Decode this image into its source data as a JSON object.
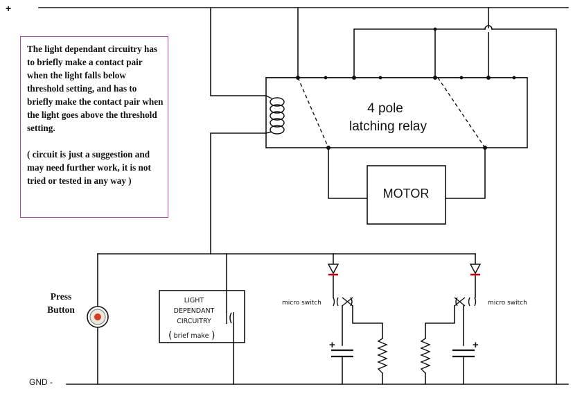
{
  "supply": {
    "plus_label": "+",
    "gnd_label": "GND -"
  },
  "note": {
    "paragraph1": "The light dependant circuitry has to briefly make a contact pair when the light falls below threshold setting, and has to briefly make the contact pair when the light goes above the threshold setting.",
    "paragraph2": "( circuit is just a suggestion and may need further work, it is not tried or tested in any way )"
  },
  "relay": {
    "line1": "4 pole",
    "line2": "latching relay"
  },
  "motor": {
    "label": "MOTOR"
  },
  "press_button": {
    "label": "Press Button"
  },
  "light_circuit": {
    "line1": "LIGHT",
    "line2": "DEPENDANT",
    "line3": "CIRCUITRY",
    "line4": "brief make"
  },
  "micro_switch_left": {
    "label": "micro switch"
  },
  "micro_switch_right": {
    "label": "micro switch"
  },
  "capacitor_left": {
    "polarity": "+"
  },
  "capacitor_right": {
    "polarity": "+"
  },
  "colors": {
    "wire": "#111111",
    "diode_mark": "#cc0000",
    "note_border": "#b040b0",
    "button_core": "#d04020"
  }
}
